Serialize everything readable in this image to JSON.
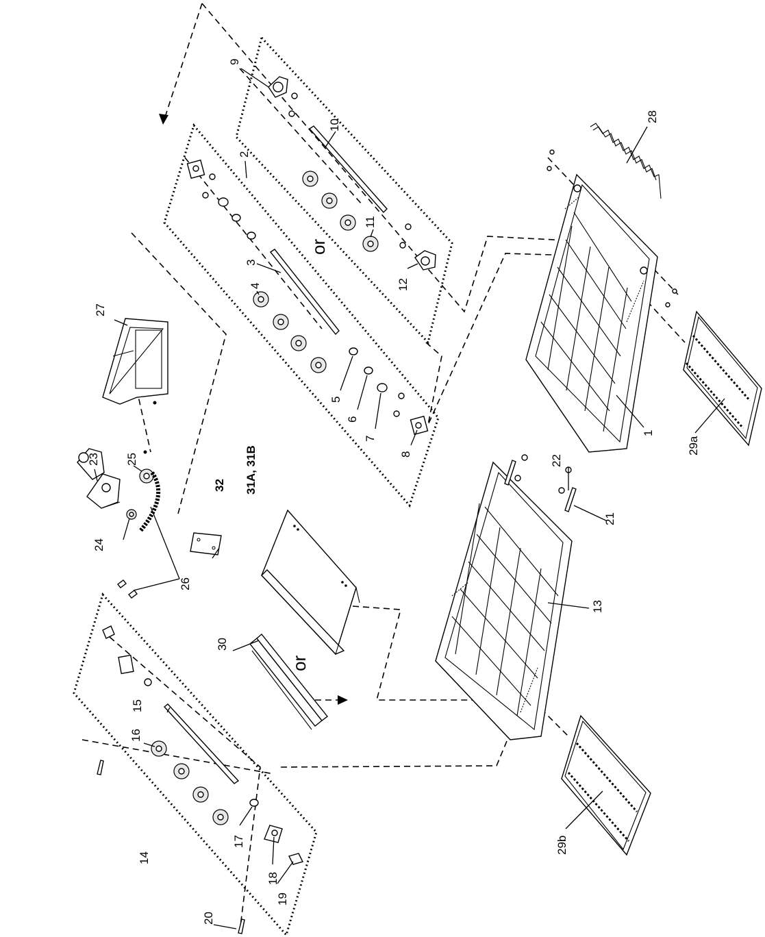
{
  "labels": {
    "p1": "1",
    "p2": "2",
    "p3": "3",
    "p4": "4",
    "p5": "5",
    "p6": "6",
    "p7": "7",
    "p8": "8",
    "p9": "9",
    "p10": "10",
    "p11": "11",
    "p12": "12",
    "p13": "13",
    "p14": "14",
    "p15": "15",
    "p16": "16",
    "p17": "17",
    "p18": "18",
    "p19": "19",
    "p20": "20",
    "p21": "21",
    "p22": "22",
    "p23": "23",
    "p24": "24",
    "p25": "25",
    "p26": "26",
    "p27": "27",
    "p28": "28",
    "p29a": "29a",
    "p29b": "29b",
    "p30": "30",
    "p31": "31A, 31B",
    "p32": "32",
    "or_top": "or",
    "or_mid": "or"
  }
}
